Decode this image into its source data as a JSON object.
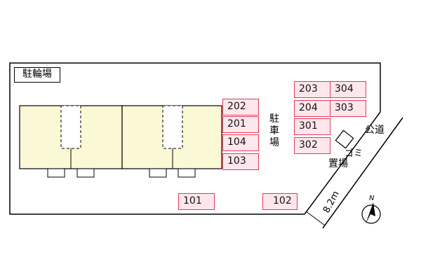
{
  "site": {
    "bicycle_parking": "駐輪場",
    "parking_label": [
      "駐",
      "車",
      "場"
    ],
    "garbage_label": [
      "ゴ",
      "ミ",
      "置",
      "場"
    ],
    "public_road": "公道",
    "road_width": "8.2m",
    "north": "N"
  },
  "parking_spaces": [
    "202",
    "201",
    "104",
    "103",
    "101",
    "102",
    "203",
    "304",
    "204",
    "303",
    "301",
    "302"
  ],
  "colors": {
    "space_border": "#e23a5a",
    "space_fill": "#fde6ec",
    "building_fill": "#fbf8d6",
    "site_border": "#000000"
  }
}
